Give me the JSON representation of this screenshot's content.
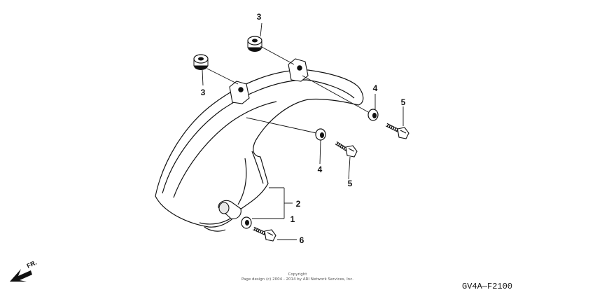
{
  "callouts": [
    {
      "id": "c3a",
      "label": "3"
    },
    {
      "id": "c3b",
      "label": "3"
    },
    {
      "id": "c4a",
      "label": "4"
    },
    {
      "id": "c4b",
      "label": "4"
    },
    {
      "id": "c5a",
      "label": "5"
    },
    {
      "id": "c5b",
      "label": "5"
    },
    {
      "id": "c2",
      "label": "2"
    },
    {
      "id": "c1",
      "label": "1"
    },
    {
      "id": "c6",
      "label": "6"
    }
  ],
  "direction_label": "FR.",
  "copyright_line1": "Copyright",
  "copyright_line2": "Page design (c) 2004 - 2014 by ARI Network Services, Inc.",
  "diagram_code": "GV4A—F2100"
}
